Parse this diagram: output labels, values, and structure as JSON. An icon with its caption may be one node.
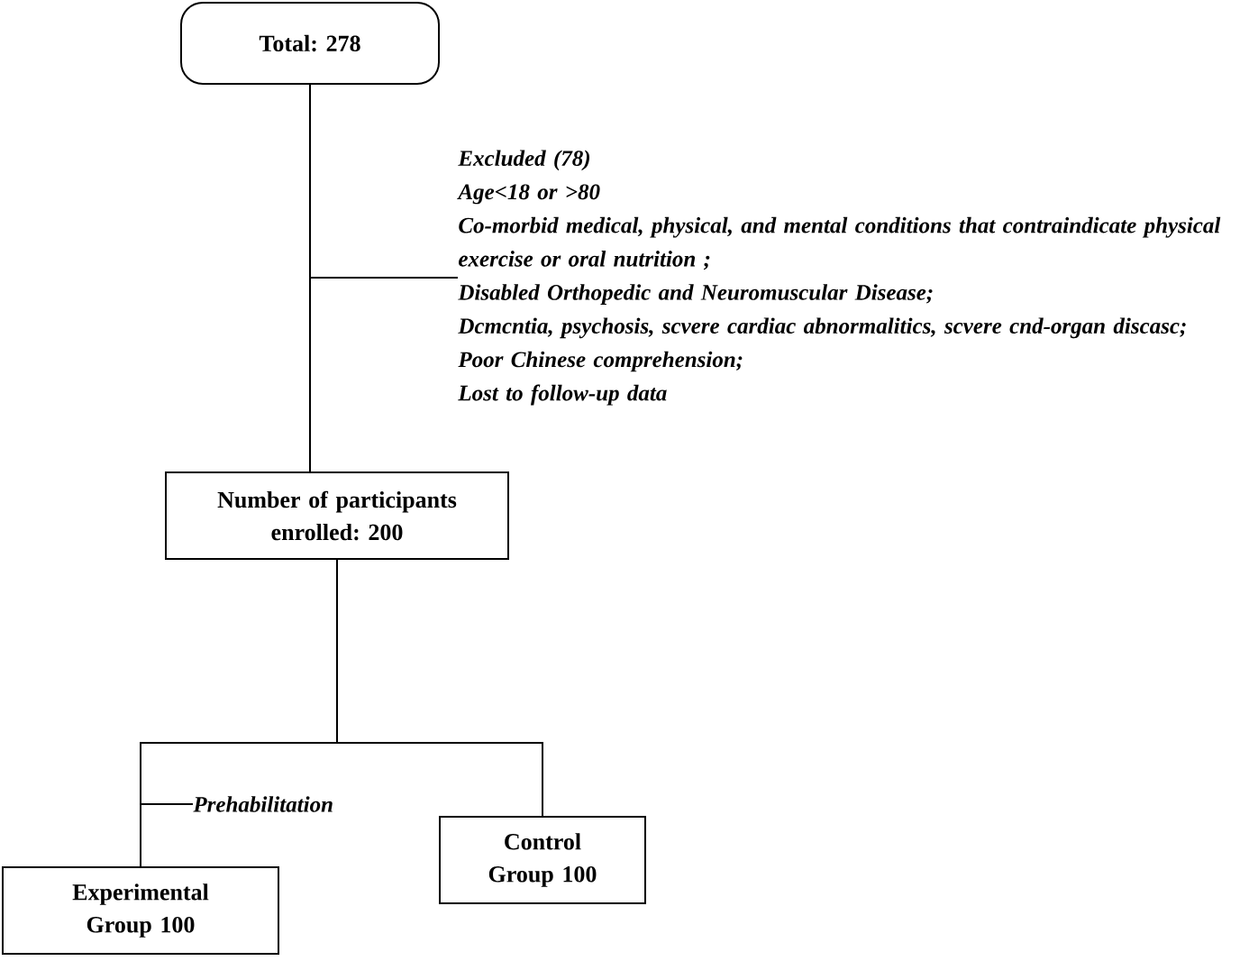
{
  "diagram": {
    "nodes": [
      {
        "text": [
          "Total: 278"
        ]
      },
      {
        "text": [
          "Excluded (78)",
          "Age<18 or >80",
          "Co-morbid medical, physical, and mental conditions that contraindicate physical exercise or oral nutrition ;",
          "Disabled Orthopedic and Neuromuscular Disease;",
          "Dcmcntia, psychosis, scvere cardiac abnormalitics, scvere cnd-organ discasc;",
          "Poor Chinese comprehension;",
          "Lost to follow-up data"
        ]
      },
      {
        "text": [
          "Number of participants enrolled: 200"
        ]
      },
      {
        "text": [
          "Experimental Group 100"
        ]
      },
      {
        "text": [
          "Control Group 100"
        ]
      },
      {
        "text": [
          "Prehabilitation"
        ]
      }
    ],
    "edges": [
      {
        "from": 0,
        "to": 2,
        "arrow": "none"
      },
      {
        "from": 0,
        "to": 1,
        "arrow": "none"
      },
      {
        "from": 2,
        "to": 3,
        "arrow": "none"
      },
      {
        "from": 2,
        "to": 4,
        "arrow": "none"
      },
      {
        "from": 2,
        "to": 5,
        "arrow": "none"
      }
    ]
  }
}
